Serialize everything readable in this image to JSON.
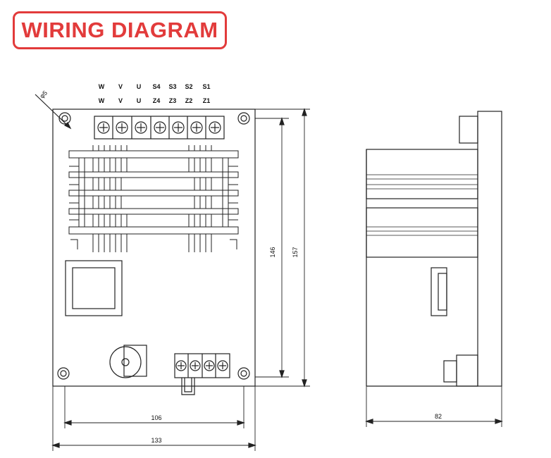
{
  "title": "WIRING DIAGRAM",
  "accent_color": "#e23b3b",
  "terminals": {
    "top_row": [
      "W",
      "V",
      "U",
      "S4",
      "S3",
      "S2",
      "S1"
    ],
    "bottom_row": [
      "W",
      "V",
      "U",
      "Z4",
      "Z3",
      "Z2",
      "Z1"
    ]
  },
  "hole_label": "φ5",
  "dimensions": {
    "height_inner": "146",
    "height_outer": "157",
    "width_inner": "106",
    "width_outer": "133",
    "depth": "82"
  }
}
